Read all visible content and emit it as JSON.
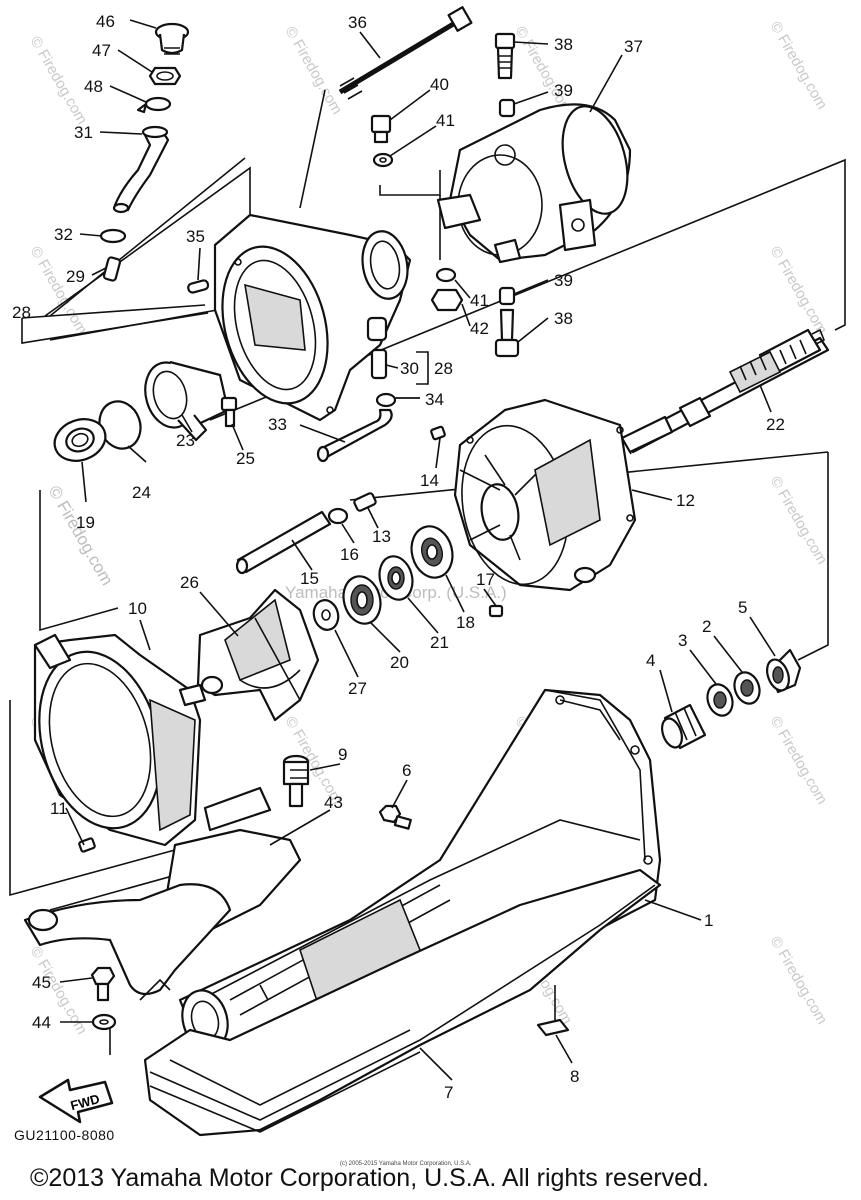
{
  "callouts": {
    "c1": "1",
    "c2": "2",
    "c3": "3",
    "c4": "4",
    "c5": "5",
    "c6": "6",
    "c7": "7",
    "c8": "8",
    "c9": "9",
    "c10": "10",
    "c11": "11",
    "c12": "12",
    "c13": "13",
    "c14": "14",
    "c15": "15",
    "c16": "16",
    "c17": "17",
    "c18": "18",
    "c19": "19",
    "c20": "20",
    "c21": "21",
    "c22": "22",
    "c23": "23",
    "c24": "24",
    "c25": "25",
    "c26": "26",
    "c27": "27",
    "c28a": "28",
    "c28b": "28",
    "c29": "29",
    "c30": "30",
    "c31": "31",
    "c32": "32",
    "c33": "33",
    "c34": "34",
    "c35": "35",
    "c36": "36",
    "c37": "37",
    "c38a": "38",
    "c38b": "38",
    "c39a": "39",
    "c39b": "39",
    "c40": "40",
    "c41a": "41",
    "c41b": "41",
    "c42": "42",
    "c43": "43",
    "c44": "44",
    "c45": "45",
    "c46": "46",
    "c47": "47",
    "c48": "48"
  },
  "labels": {
    "fwd": "FWD",
    "diagram_code": "GU21100-8080",
    "tiny_copyright": "(c) 2005-2015 Yamaha Motor Corporation, U.S.A.",
    "copyright": "©2013 Yamaha Motor Corporation, U.S.A. All rights reserved."
  },
  "watermarks": {
    "site": "© Firedog.com",
    "owner": "Yamaha Motor Corp. (U.S.A.)"
  }
}
